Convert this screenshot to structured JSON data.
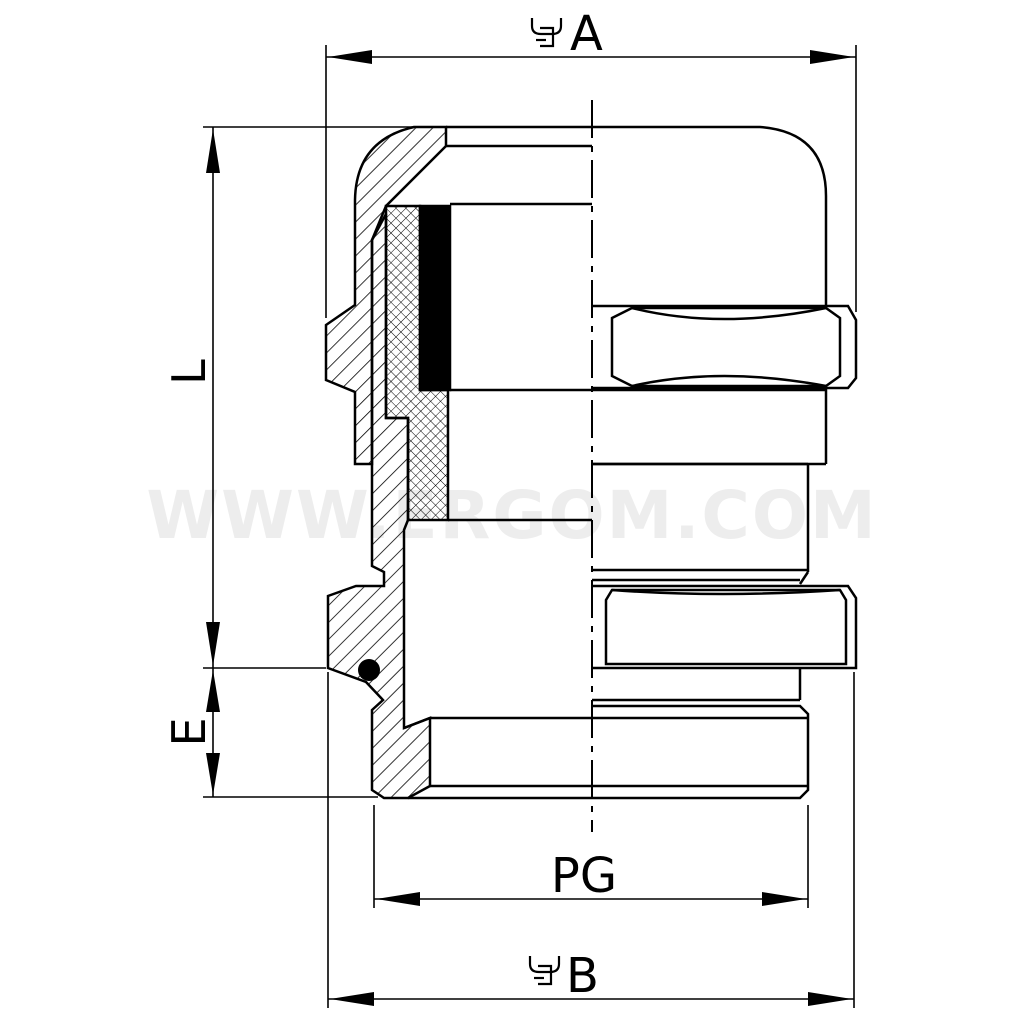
{
  "labels": {
    "A": "A",
    "B": "B",
    "L": "L",
    "E": "E",
    "PG": "PG",
    "wrench_symbol": "wrench-flat-icon"
  },
  "watermark": "WWW.ERGOM.COM",
  "colors": {
    "line": "#000000",
    "background": "#ffffff",
    "watermark": "#ededed"
  }
}
